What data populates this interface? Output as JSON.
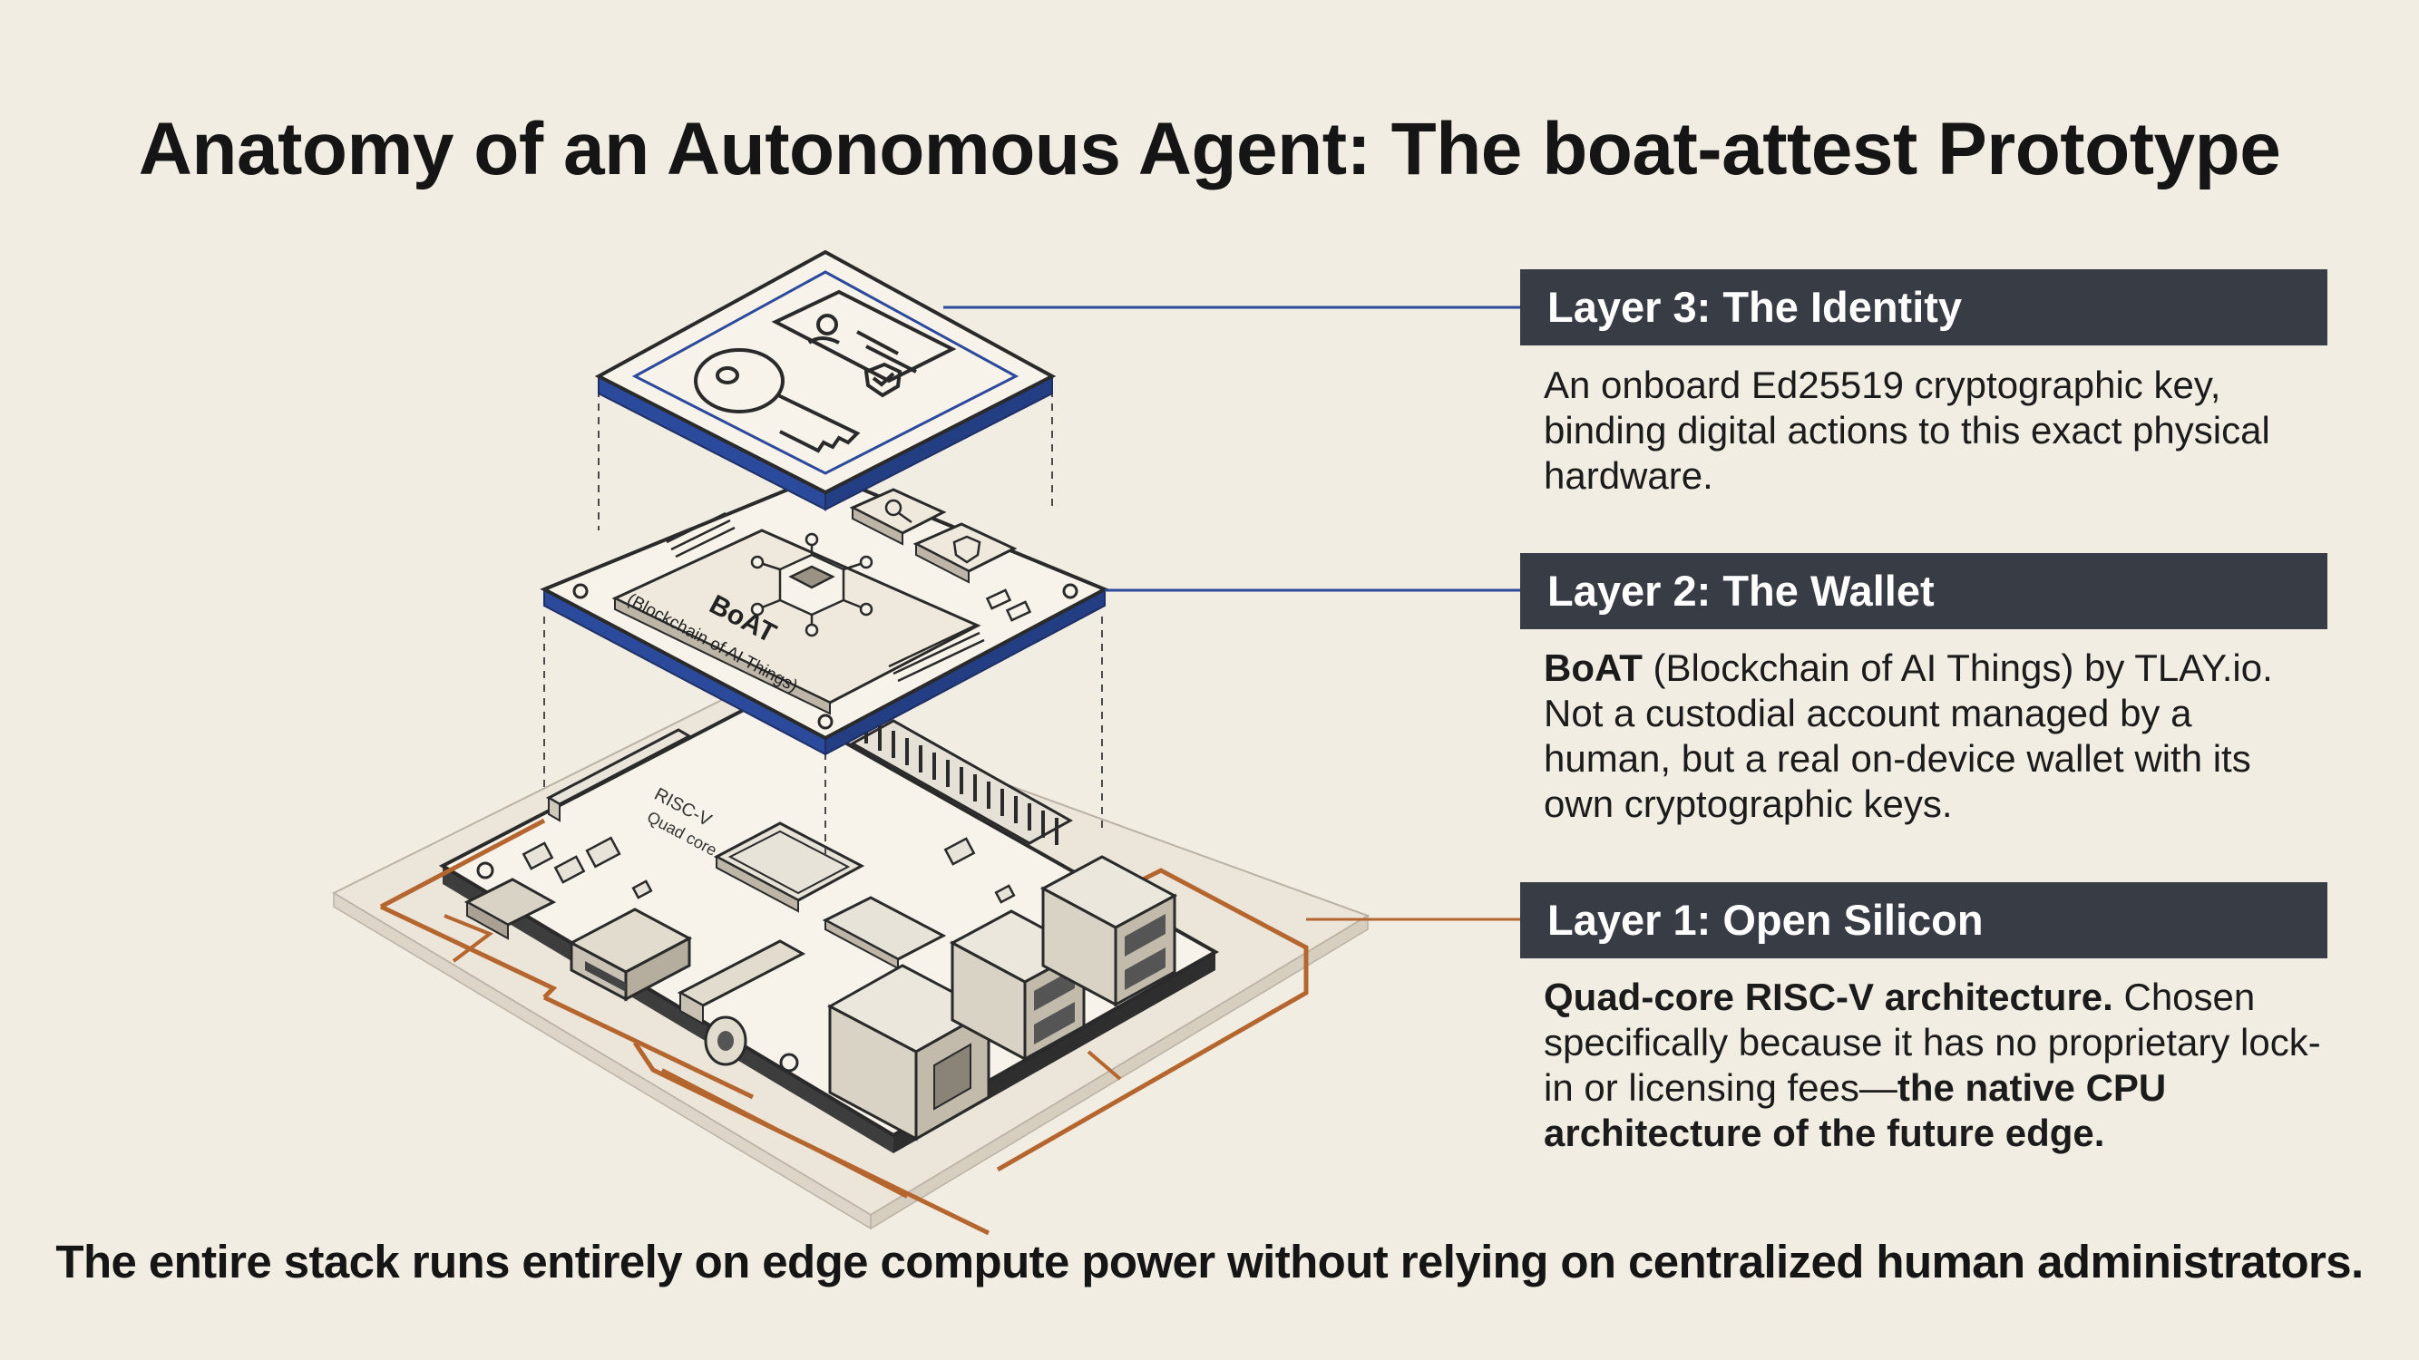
{
  "title": "Anatomy of an Autonomous Agent: The boat-attest Prototype",
  "footer": "The entire stack runs entirely on edge compute power without relying on centralized human administrators.",
  "colors": {
    "background": "#f2ede3",
    "header_bg": "#383c44",
    "accent_blue": "#2b4a9c",
    "accent_orange": "#b5652e"
  },
  "layers": [
    {
      "header": "Layer 3: The Identity",
      "body": {
        "text": "An onboard Ed25519 cryptographic key, binding digital actions to this exact physical hardware."
      }
    },
    {
      "header": "Layer 2: The Wallet",
      "body": {
        "bold_lead": "BoAT",
        "text": " (Blockchain of AI Things) by TLAY.io. Not a custodial account managed by a human, but a real on-device wallet with its own cryptographic keys."
      }
    },
    {
      "header": "Layer 1: Open Silicon",
      "body": {
        "bold_lead": "Quad-core RISC-V architecture.",
        "text": " Chosen specifically because it has no proprietary lock-in or licensing fees—",
        "bold_tail": "the native CPU architecture of the future edge."
      }
    }
  ],
  "wallet_board": {
    "chip_label": "BoAT",
    "chip_sublabel": "(Blockchain of AI Things)"
  },
  "base_board": {
    "silk_label_1": "RISC-V",
    "silk_label_2": "Quad core"
  }
}
